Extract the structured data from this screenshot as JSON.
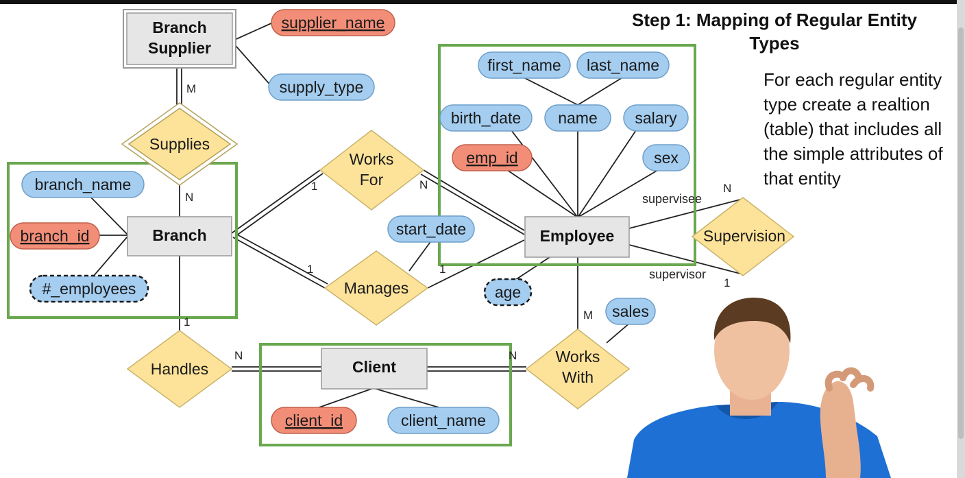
{
  "slide": {
    "title": "Step 1: Mapping of Regular Entity Types",
    "description": "For each regular entity type create a realtion (table) that includes all the simple attributes of that entity"
  },
  "entities": {
    "branch_supplier_line1": "Branch",
    "branch_supplier_line2": "Supplier",
    "branch": "Branch",
    "employee": "Employee",
    "client": "Client"
  },
  "relationships": {
    "supplies": "Supplies",
    "works_for_line1": "Works",
    "works_for_line2": "For",
    "manages": "Manages",
    "handles": "Handles",
    "works_with_line1": "Works",
    "works_with_line2": "With",
    "supervision": "Supervision"
  },
  "attributes": {
    "supplier_name": "supplier_name",
    "supply_type": "supply_type",
    "branch_name": "branch_name",
    "branch_id": "branch_id",
    "num_employees": "#_employees",
    "first_name": "first_name",
    "last_name": "last_name",
    "birth_date": "birth_date",
    "name": "name",
    "salary": "salary",
    "emp_id": "emp_id",
    "sex": "sex",
    "start_date": "start_date",
    "age": "age",
    "sales": "sales",
    "client_id": "client_id",
    "client_name": "client_name"
  },
  "cardinalities": {
    "supplies_supplier": "M",
    "supplies_branch": "N",
    "works_for_branch": "1",
    "works_for_employee": "N",
    "manages_branch": "1",
    "manages_employee": "1",
    "handles_branch": "1",
    "handles_client": "N",
    "works_with_client": "N",
    "works_with_employee": "M",
    "supervision_supervisee": "N",
    "supervision_supervisor": "1"
  },
  "roles": {
    "supervisee": "supervisee",
    "supervisor": "supervisor"
  },
  "colors": {
    "attribute_fill": "#a4cdf0",
    "key_attribute_fill": "#f28e78",
    "relationship_fill": "#fde39a",
    "entity_fill": "#e6e6e6",
    "highlight_box": "#6aa84f"
  }
}
